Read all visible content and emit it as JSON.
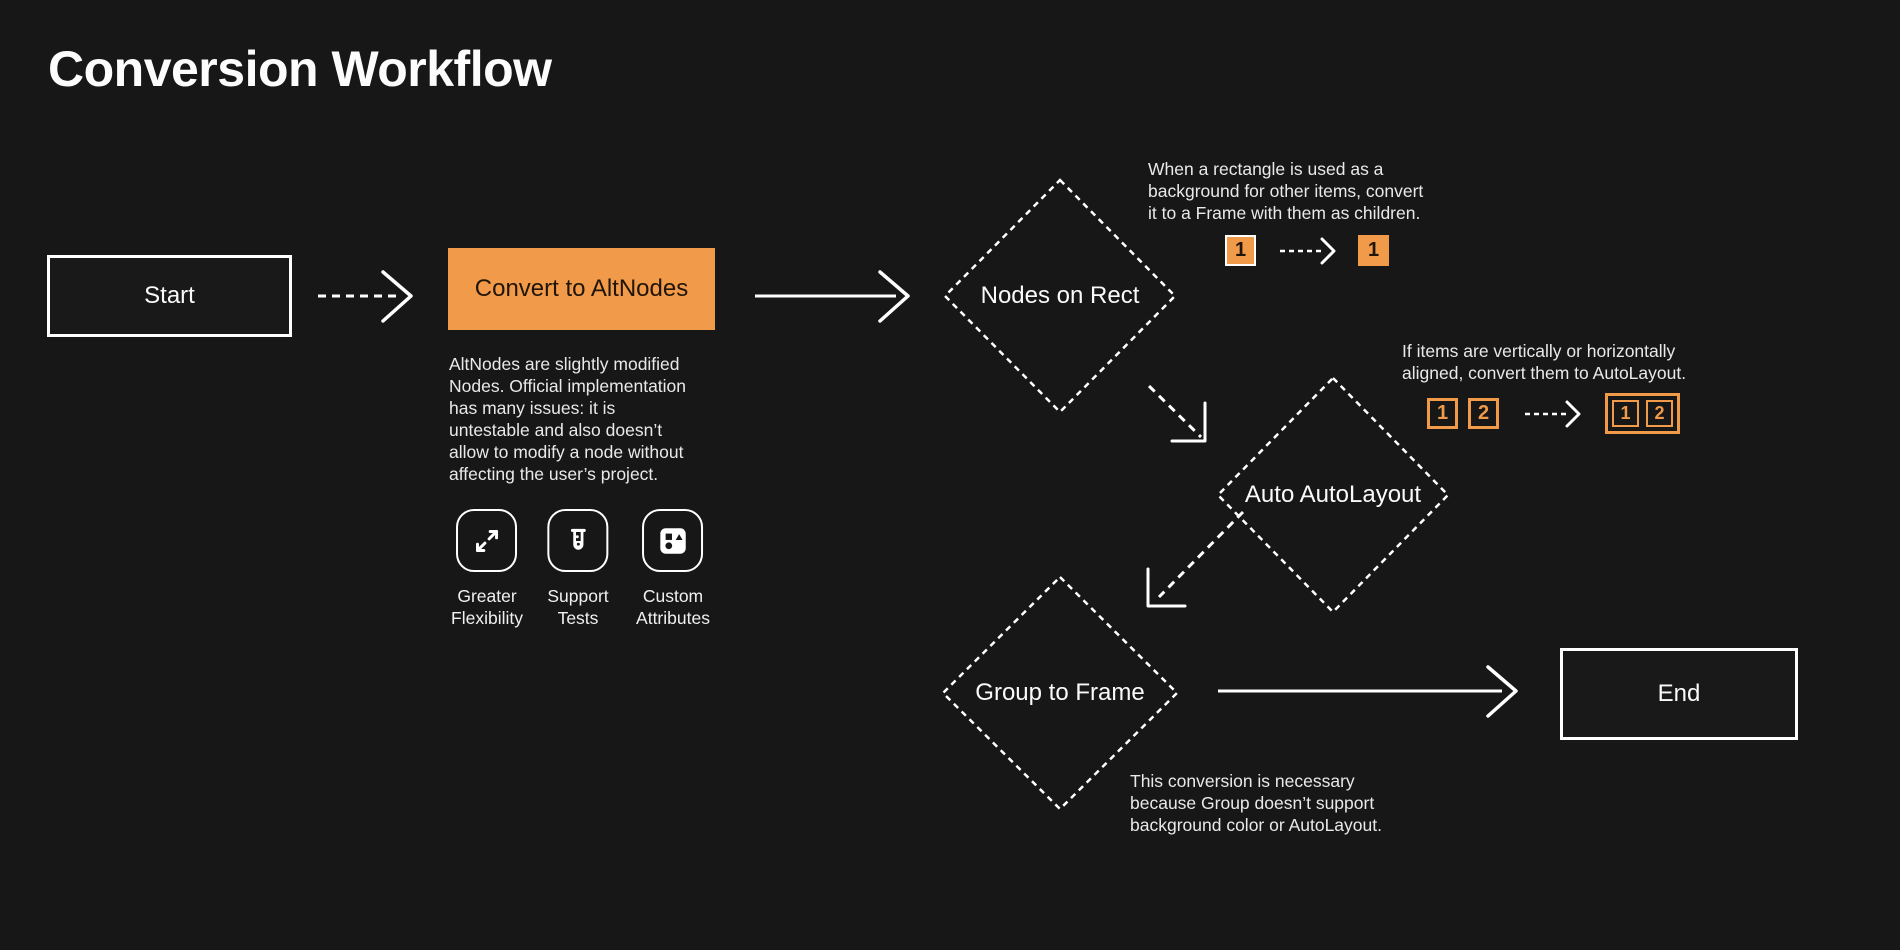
{
  "title": "Conversion Workflow",
  "colors": {
    "background": "#171717",
    "accent": "#F09A4A",
    "node_border": "#FFFFFF",
    "text": "#F0F0F0",
    "dark_text": "#211507"
  },
  "nodes": {
    "start": {
      "label": "Start"
    },
    "convert": {
      "label": "Convert to AltNodes",
      "description": "AltNodes are slightly modified\nNodes. Official implementation\nhas many issues: it is\nuntestable and also doesn’t\nallow to modify a node without\naffecting the user’s project."
    },
    "features": [
      {
        "icon": "expand-arrows-icon",
        "label": "Greater\nFlexibility"
      },
      {
        "icon": "test-tube-icon",
        "label": "Support\nTests"
      },
      {
        "icon": "shapes-icon",
        "label": "Custom\nAttributes"
      }
    ],
    "nodes_on_rect": {
      "label": "Nodes on Rect",
      "note": "When a rectangle is used as a\nbackground for other items, convert\nit to a Frame with them as children.",
      "example": {
        "before": "1",
        "after": "1"
      }
    },
    "auto_autolayout": {
      "label": "Auto AutoLayout",
      "note": "If items are vertically or horizontally\naligned, convert them to AutoLayout.",
      "example": {
        "before": [
          "1",
          "2"
        ],
        "after": [
          "1",
          "2"
        ]
      }
    },
    "group_to_frame": {
      "label": "Group to Frame",
      "note": "This conversion is necessary\nbecause Group doesn’t support\nbackground color or AutoLayout."
    },
    "end": {
      "label": "End"
    }
  }
}
